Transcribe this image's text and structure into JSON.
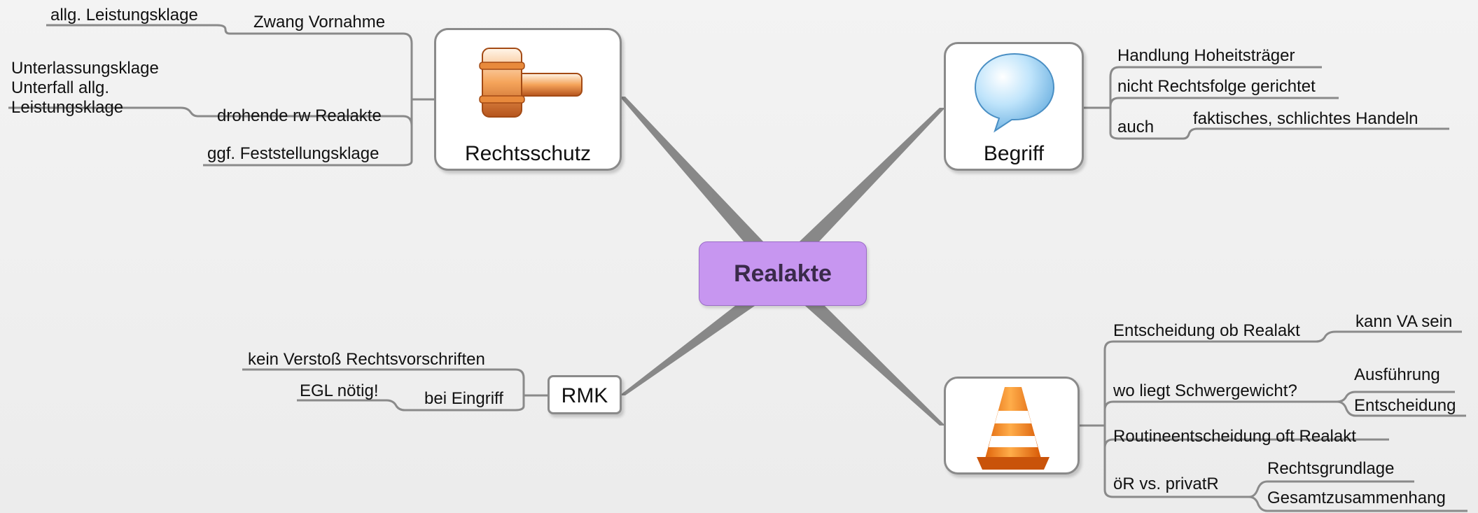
{
  "central": "Realakte",
  "topics": {
    "rechtsschutz": "Rechtsschutz",
    "begriff": "Begriff",
    "rmk": "RMK",
    "cone": ""
  },
  "icons": {
    "rechtsschutz": "gavel-icon",
    "begriff": "speech-bubble-icon",
    "cone": "traffic-cone-icon"
  },
  "branches": {
    "rechtsschutz": {
      "zwang": "Zwang Vornahme",
      "allg": "allg. Leistungsklage",
      "drohende": "drohende rw Realakte",
      "unterlassung_1": "Unterlassungsklage",
      "unterlassung_2": "Unterfall allg.",
      "unterlassung_3": "Leistungsklage",
      "ggf": "ggf. Feststellungsklage"
    },
    "begriff": {
      "handlung": "Handlung Hoheitsträger",
      "nicht": "nicht Rechtsfolge gerichtet",
      "auch": "auch",
      "faktisch": "faktisches, schlichtes Handeln"
    },
    "rmk": {
      "kein": "kein Verstoß Rechtsvorschriften",
      "eingriff": "bei Eingriff",
      "egl": "EGL nötig!"
    },
    "cone": {
      "entscheidung": "Entscheidung ob Realakt",
      "kann_va": "kann VA sein",
      "wo_liegt": "wo liegt Schwergewicht?",
      "ausfuehrung": "Ausführung",
      "entscheidung2": "Entscheidung",
      "routine": "Routineentscheidung oft Realakt",
      "oer": "öR vs. privatR",
      "rechtsgrundlage": "Rechtsgrundlage",
      "gesamt": "Gesamtzusammenhang"
    }
  },
  "colors": {
    "central_fill": "#c796f0",
    "connector": "#7a7a7a",
    "node_border": "#8a8a8a"
  }
}
